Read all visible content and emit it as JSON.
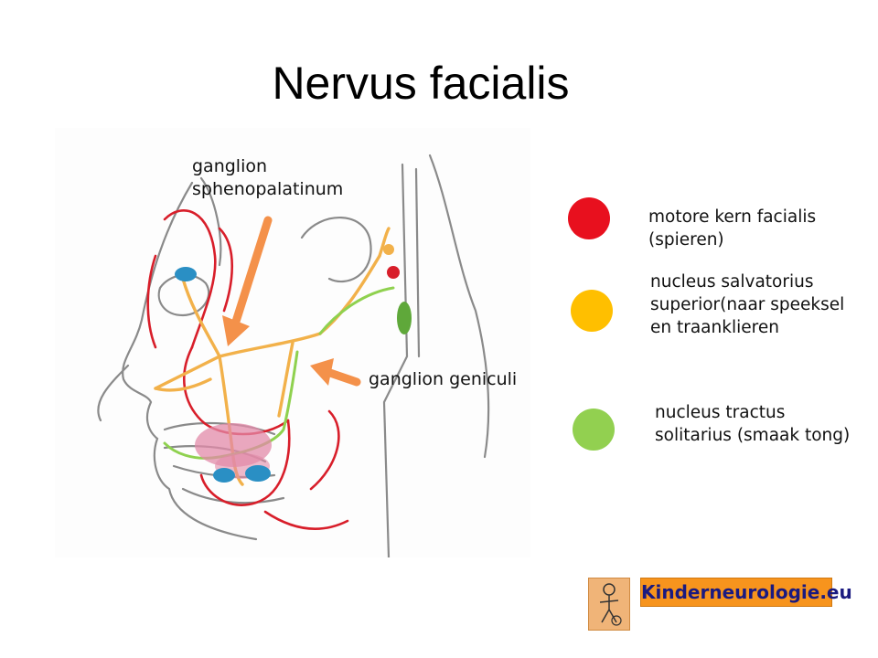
{
  "title": "Nervus facialis",
  "labels": {
    "ganglion_spheno_line1": "ganglion",
    "ganglion_spheno_line2": "sphenopalatinum",
    "ganglion_geniculi": "ganglion geniculi"
  },
  "legend": [
    {
      "line1": "motore kern facialis",
      "line2": "(spieren)",
      "line3": "",
      "color": "#e8101e"
    },
    {
      "line1": "nucleus salvatorius",
      "line2": "superior(naar speeksel",
      "line3": "en traanklieren",
      "color": "#ffbf00"
    },
    {
      "line1": "nucleus tractus",
      "line2": "solitarius (smaak tong)",
      "line3": "",
      "color": "#92d050"
    }
  ],
  "colors": {
    "motor": "#d81e2a",
    "parasympathetic": "#f2b14a",
    "taste": "#8fd14f",
    "arrow": "#f4914a",
    "outline": "#8a8a8a"
  },
  "logo": {
    "text": "Kinderneurologie.eu",
    "icon": "child-figure-icon"
  }
}
